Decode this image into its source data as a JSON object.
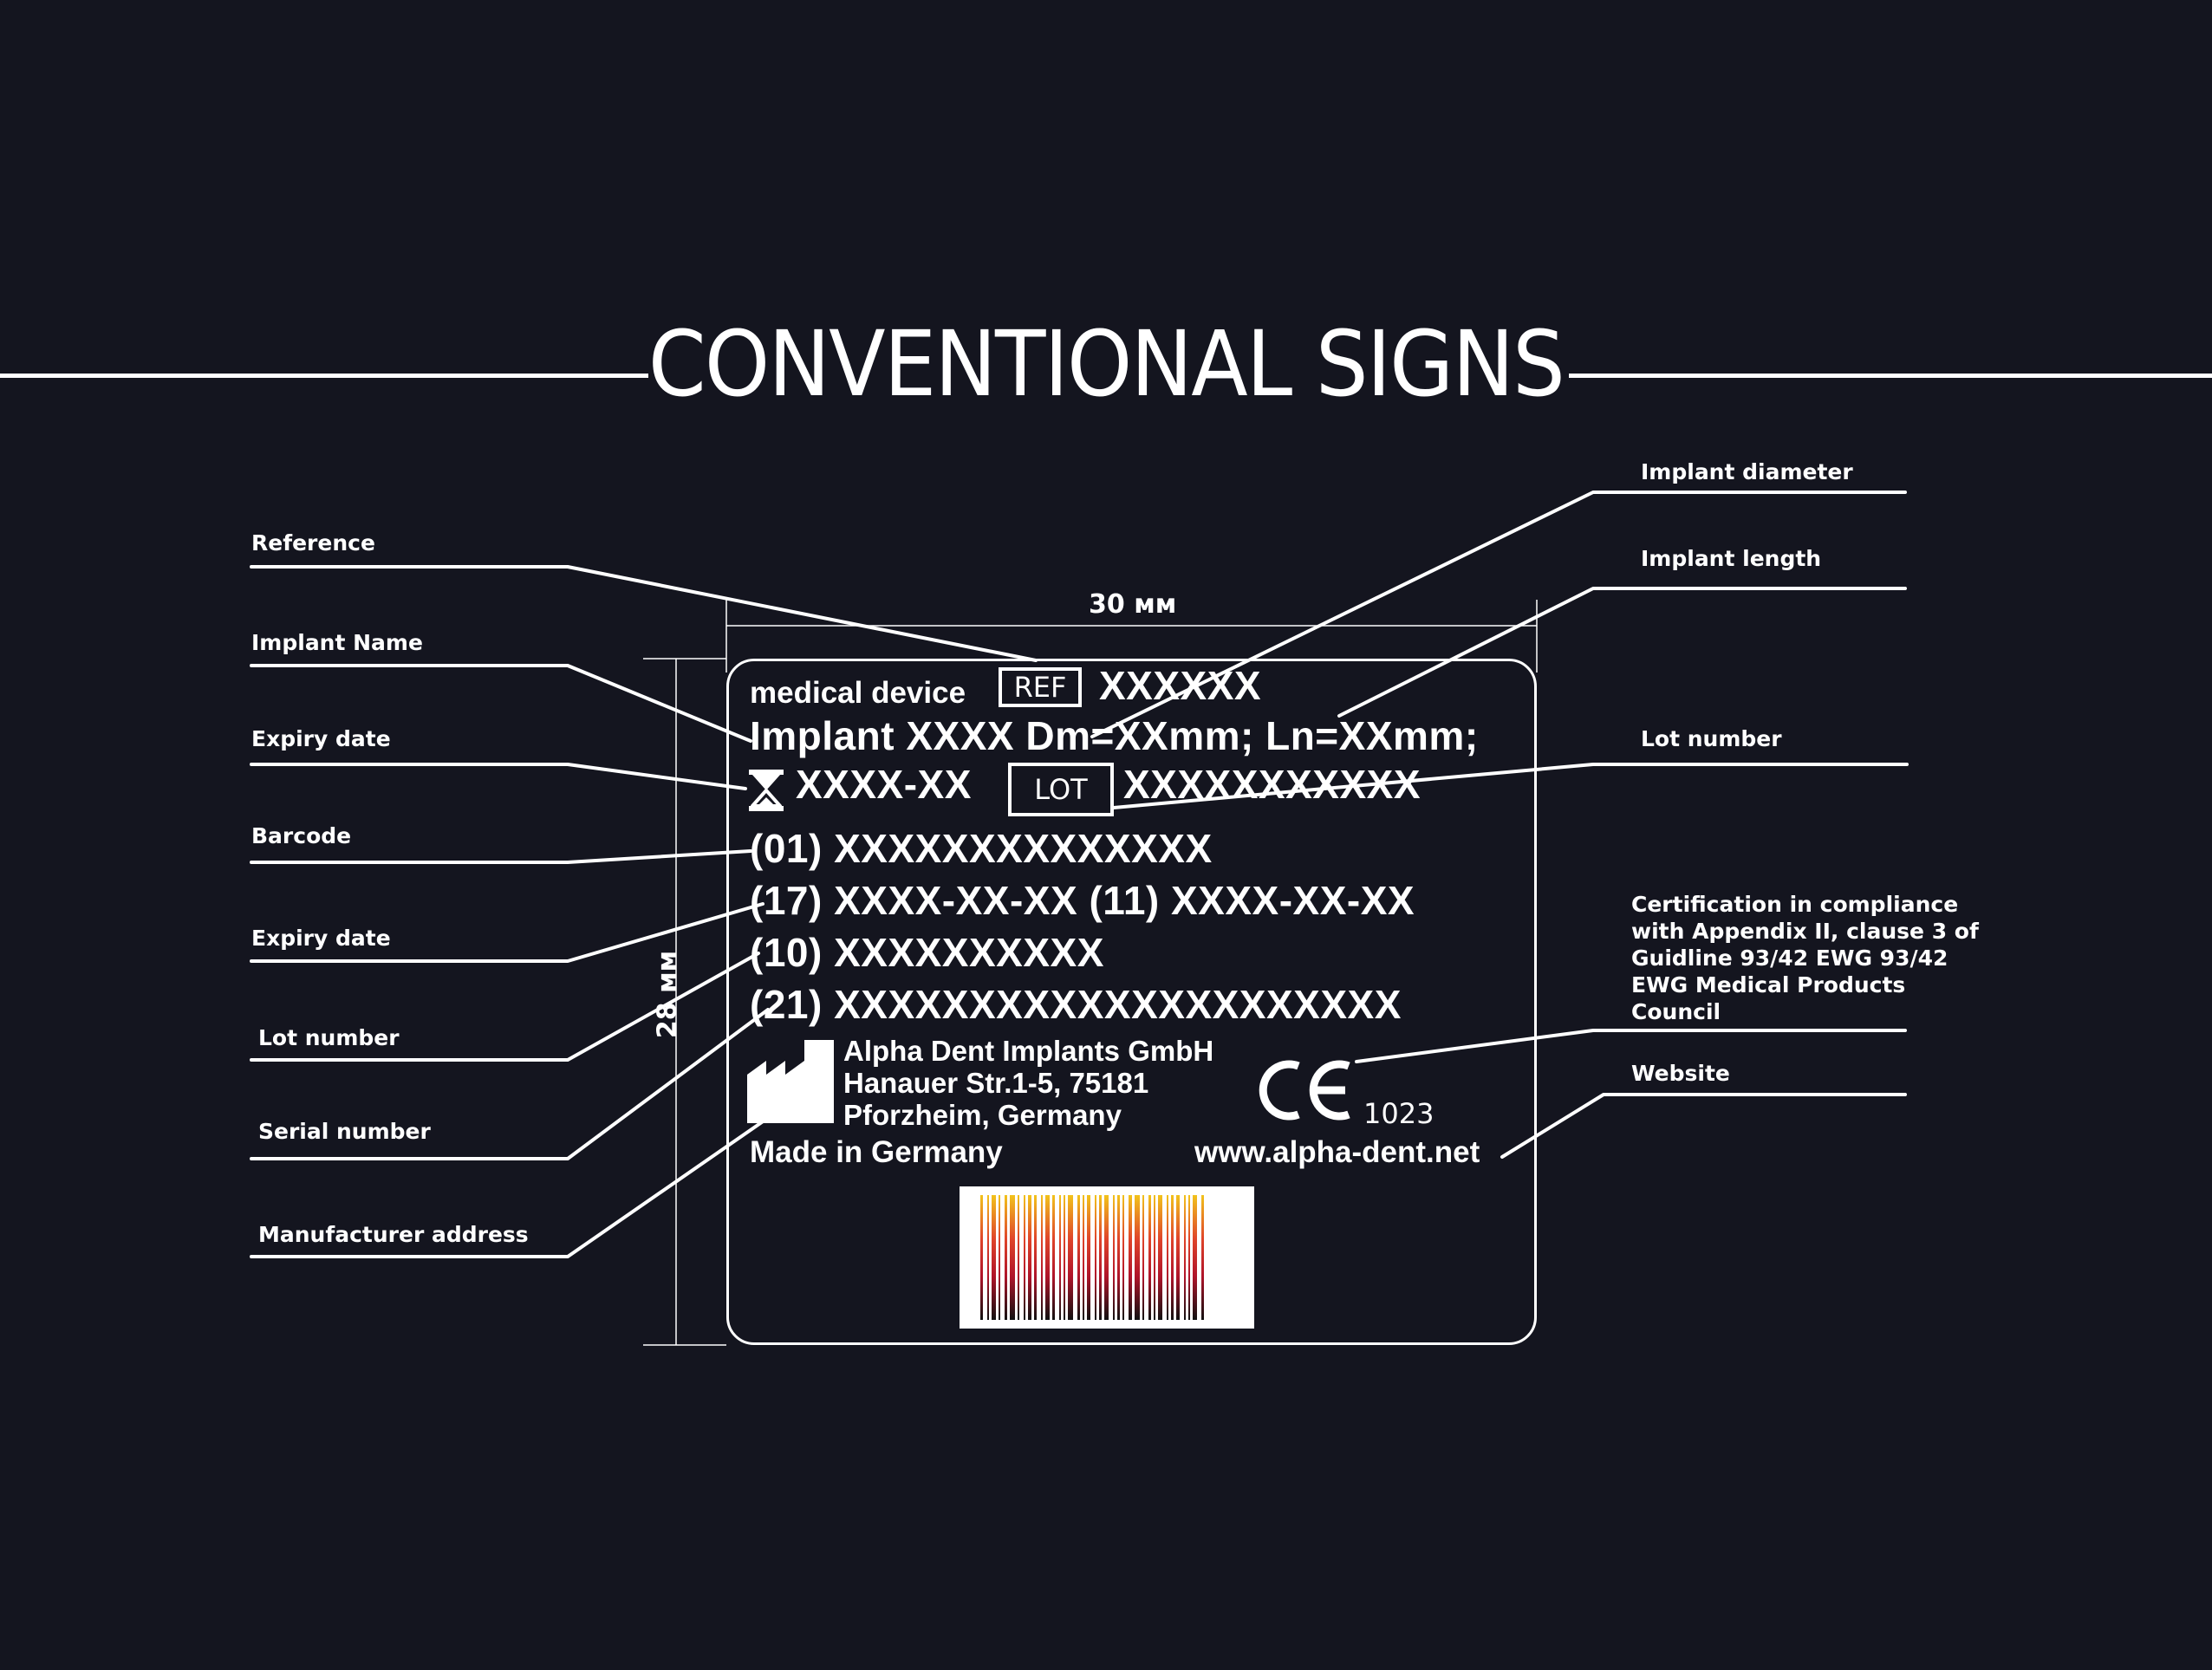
{
  "title": "CONVENTIONAL SIGNS",
  "callouts": {
    "reference": "Reference",
    "implant_name": "Implant Name",
    "expiry_date_1": "Expiry date",
    "barcode": "Barcode",
    "expiry_date_2": "Expiry date",
    "lot_number_left": "Lot number",
    "serial_number": "Serial number",
    "manufacturer_address": "Manufacturer address",
    "implant_diameter": "Implant diameter",
    "implant_length": "Implant length",
    "lot_number_right": "Lot number",
    "certification": "Certification in compliance with Appendix II, clause 3 of Guidline 93/42 EWG 93/42 EWG Medical Products Council",
    "website": "Website"
  },
  "dimensions": {
    "width": "30 мм",
    "height": "28 мм"
  },
  "label": {
    "device_type": "medical device",
    "ref_symbol": "REF",
    "ref_value": "XXXXXX",
    "implant_line": "Implant XXXX  Dm=XXmm; Ln=XXmm;",
    "expiry_value": "XXXX-XX",
    "lot_symbol": "LOT",
    "lot_value": "XXXXXXXXXXX",
    "gs1_01": "(01) XXXXXXXXXXXXXX",
    "gs1_17_11": "(17) XXXX-XX-XX (11) XXXX-XX-XX",
    "gs1_10": "(10) XXXXXXXXXX",
    "gs1_21": "(21) XXXXXXXXXXXXXXXXXXXXX",
    "manufacturer": "Alpha Dent Implants GmbH\nHanauer Str.1-5, 75181\nPforzheim, Germany",
    "made_in": "Made in Germany",
    "ce_mark": "CE",
    "notified_body": "1023",
    "website": "www.alpha-dent.net"
  },
  "colors": {
    "background": "#14151f",
    "foreground": "#ffffff",
    "barcode_gradient": [
      "#f2c31c",
      "#e0452a",
      "#b0142a",
      "#111111"
    ]
  },
  "icons": [
    "hourglass-icon",
    "factory-icon",
    "ce-mark-icon",
    "barcode-icon"
  ]
}
